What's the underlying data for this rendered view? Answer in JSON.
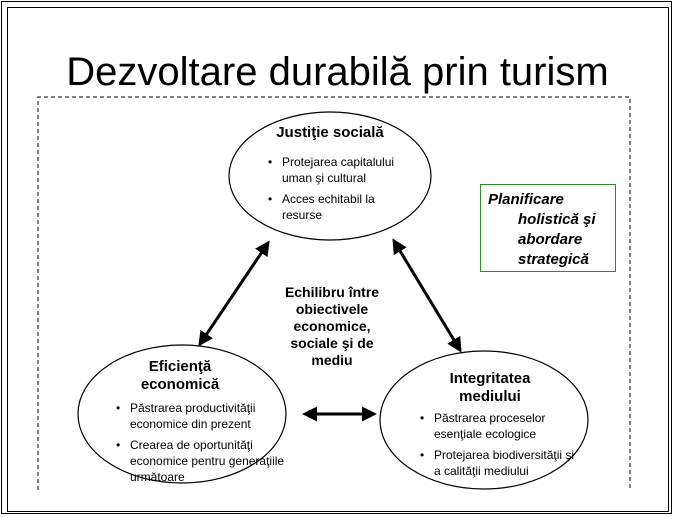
{
  "title": "Dezvoltare durabilă prin turism",
  "social": {
    "title": "Justiţie socială",
    "bullets": [
      "Protejarea capitalului uman şi cultural",
      "Acces echitabil la resurse"
    ]
  },
  "economic": {
    "title_line1": "Eficienţă",
    "title_line2": "economică",
    "bullets": [
      "Păstrarea productivităţii economice din prezent",
      "Crearea de oportunităţi economice pentru generaţiile următoare"
    ]
  },
  "environment": {
    "title_line1": "Integritatea",
    "title_line2": "mediului",
    "bullets": [
      "Păstrarea proceselor esenţiale ecologice",
      "Protejarea biodiversităţii şi a calităţii mediului"
    ]
  },
  "center": {
    "lines": [
      "Echilibru între",
      "obiectivele",
      "economice,",
      "sociale şi de",
      "mediu"
    ]
  },
  "planning": {
    "lines": [
      "Planificare",
      "holistică şi",
      "abordare",
      "strategică"
    ]
  },
  "colors": {
    "planning_border": "#2e8b2e"
  }
}
